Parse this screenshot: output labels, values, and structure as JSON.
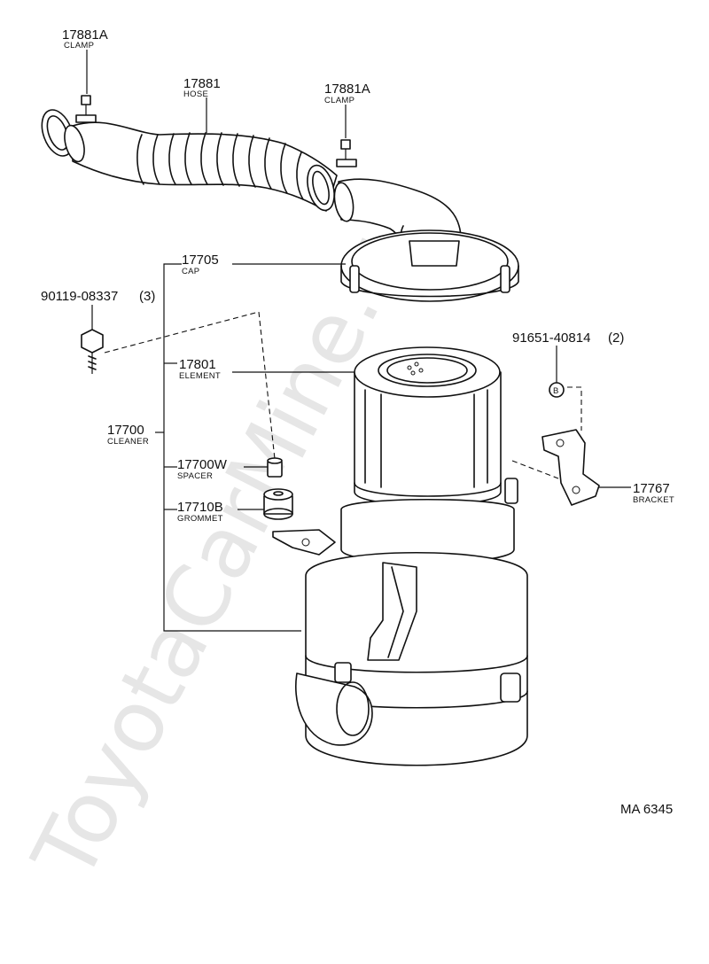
{
  "watermark": "ToyotaCarMine.ru",
  "diagram_ref": "MA 6345",
  "parts": {
    "clamp_top_left": {
      "number": "17881A",
      "name": "CLAMP"
    },
    "hose": {
      "number": "17881",
      "name": "HOSE"
    },
    "clamp_top_right": {
      "number": "17881A",
      "name": "CLAMP"
    },
    "cap": {
      "number": "17705",
      "name": "CAP"
    },
    "bolt": {
      "number": "90119-08337",
      "qty": "(3)"
    },
    "nut": {
      "number": "91651-40814",
      "qty": "(2)"
    },
    "element": {
      "number": "17801",
      "name": "ELEMENT"
    },
    "cleaner": {
      "number": "17700",
      "name": "CLEANER"
    },
    "spacer": {
      "number": "17700W",
      "name": "SPACER"
    },
    "grommet": {
      "number": "17710B",
      "name": "GROMMET"
    },
    "bracket": {
      "number": "17767",
      "name": "BRACKET"
    },
    "nut_marker": "B"
  }
}
